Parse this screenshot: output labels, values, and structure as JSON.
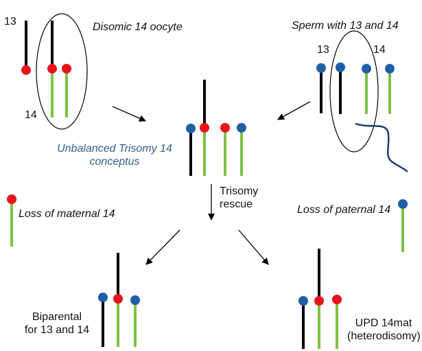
{
  "labels": {
    "num_13_left": "13",
    "num_14_left": "14",
    "disomic_oocyte": "Disomic 14 oocyte",
    "sperm": "Sperm with 13 and 14",
    "num_13_right": "13",
    "num_14_right": "14",
    "unbalanced_line1": "Unbalanced Trisomy 14",
    "unbalanced_line2": "conceptus",
    "rescue_line1": "Trisomy",
    "rescue_line2": "rescue",
    "loss_maternal": "Loss of maternal 14",
    "loss_paternal": "Loss of paternal 14",
    "biparental_line1": "Biparental",
    "biparental_line2": "for 13 and 14",
    "upd_line1": "UPD 14mat",
    "upd_line2": "(heterodisomy)"
  },
  "colors": {
    "maternal": "#e8141c",
    "paternal": "#1f5fa6",
    "chr13": "#000000",
    "chr14": "#7dc242",
    "sperm_tail": "#1c3c6e",
    "label_blue": "#2e5f8a"
  }
}
